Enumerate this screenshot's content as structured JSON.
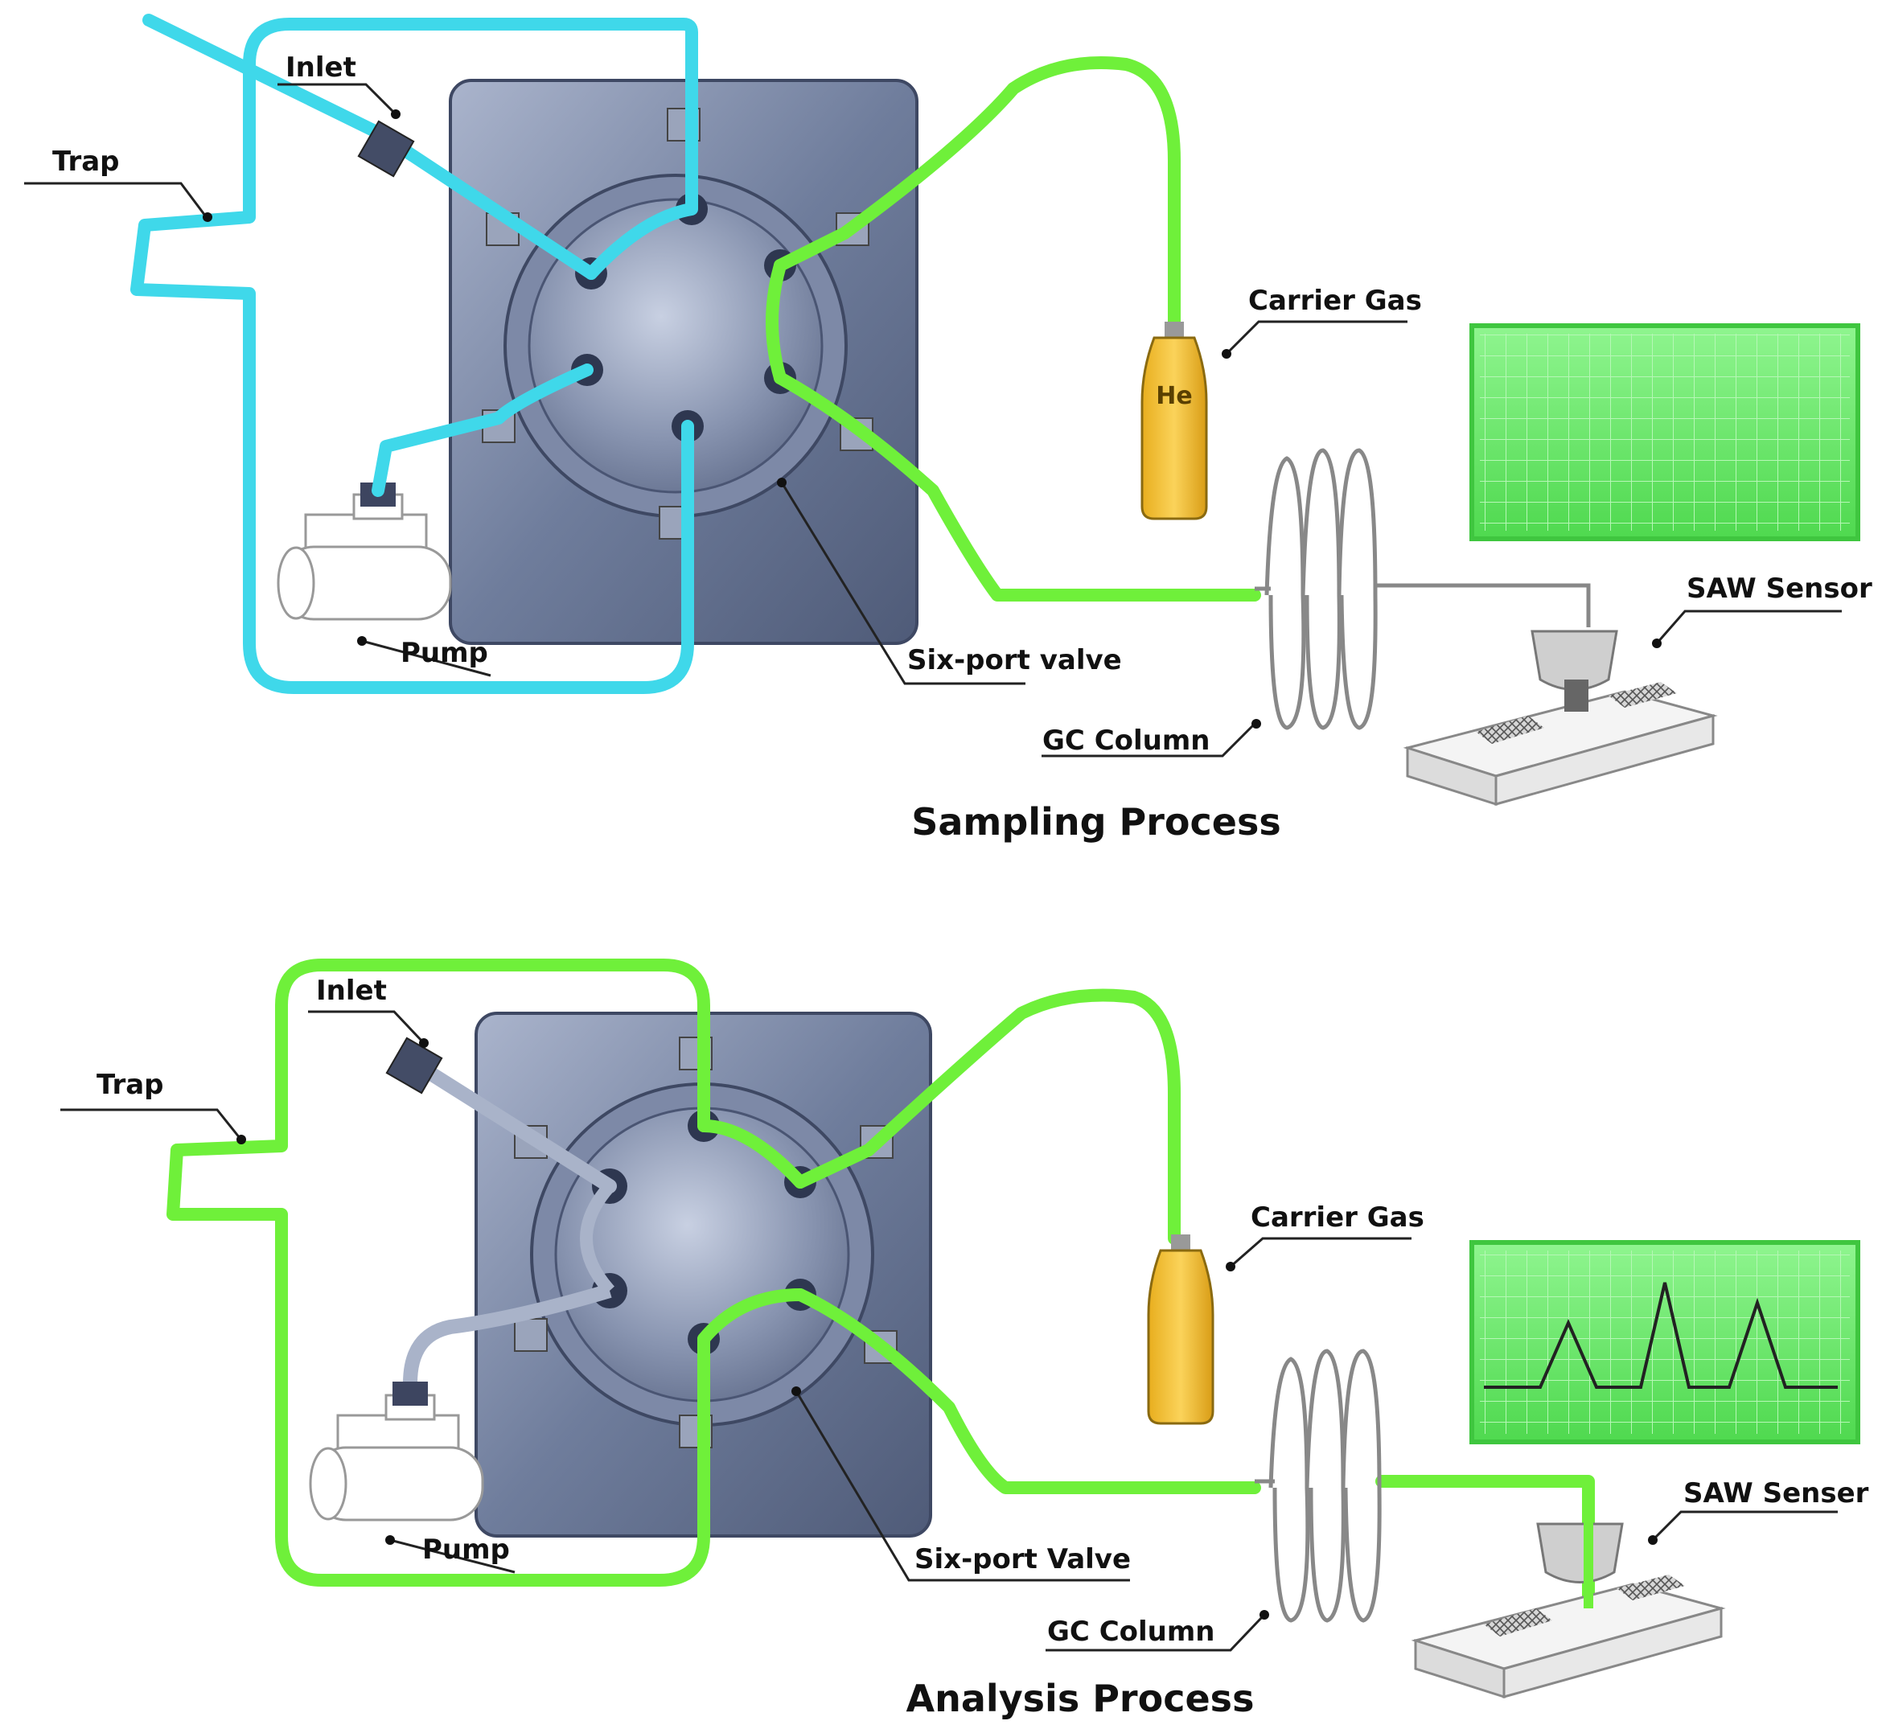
{
  "sampling": {
    "title": "Sampling Process",
    "labels": {
      "trap": "Trap",
      "inlet": "Inlet",
      "pump": "Pump",
      "valve": "Six-port valve",
      "carrier_gas": "Carrier Gas",
      "gc_column": "GC Column",
      "saw_sensor": "SAW Sensor"
    },
    "bottle_text": "He"
  },
  "analysis": {
    "title": "Analysis Process",
    "labels": {
      "trap": "Trap",
      "inlet": "Inlet",
      "pump": "Pump",
      "valve": "Six-port Valve",
      "carrier_gas": "Carrier Gas",
      "gc_column": "GC Column",
      "saw_sensor": "SAW Senser"
    }
  },
  "colors": {
    "sample_flow": "#3fd8ea",
    "carrier_flow": "#6ff03a",
    "valve_body": "#6b7896",
    "bottle": "#f2c233",
    "monitor": "#7cf07c"
  }
}
